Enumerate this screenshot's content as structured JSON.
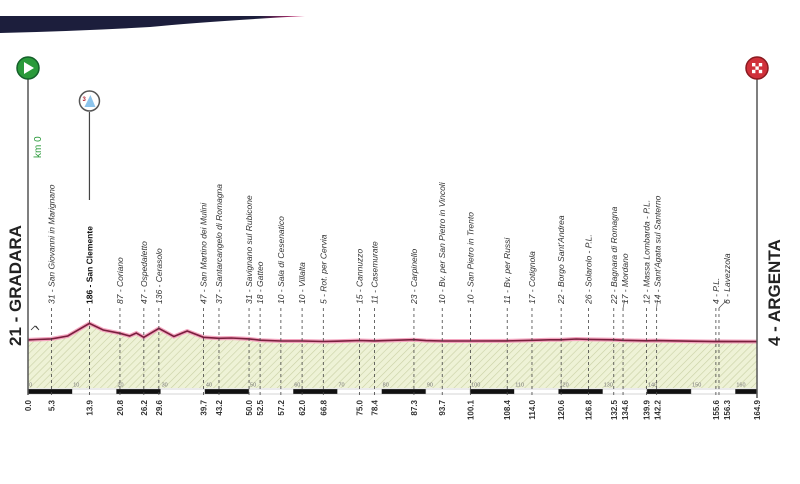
{
  "start": {
    "label": "21 - GRADARA",
    "km0_label": "km 0",
    "altitude": 21
  },
  "finish": {
    "label": "4 - ARGENTA",
    "altitude": 4,
    "km": 164.9
  },
  "kom": {
    "category": "3",
    "km": 13.9
  },
  "colors": {
    "banner": "#1c1e3c",
    "banner_accent": "#e0307a",
    "start": "#2a9a3a",
    "finish": "#d0303a",
    "profile": "#7a1f3d",
    "fill": "#eef2d6"
  },
  "scale_ticks": [
    "0",
    "10",
    "20",
    "30",
    "40",
    "50",
    "60",
    "70",
    "80",
    "90",
    "100",
    "110",
    "120",
    "130",
    "140",
    "150",
    "160"
  ],
  "waypoints": [
    {
      "km": "0.0",
      "alt": 21,
      "label": ""
    },
    {
      "km": "5.3",
      "alt": 31,
      "label": "31 - San Giovanni in Marignano"
    },
    {
      "km": "13.9",
      "alt": 186,
      "label": "186 - San Clemente",
      "bold": true
    },
    {
      "km": "20.8",
      "alt": 87,
      "label": "87 - Coriano"
    },
    {
      "km": "26.2",
      "alt": 47,
      "label": "47 - Ospedaletto"
    },
    {
      "km": "29.6",
      "alt": 136,
      "label": "136 - Cerasolo"
    },
    {
      "km": "39.7",
      "alt": 47,
      "label": "47 - San Martino dei Mulini"
    },
    {
      "km": "43.2",
      "alt": 37,
      "label": "37 - Santarcangelo di Romagna"
    },
    {
      "km": "50.0",
      "alt": 31,
      "label": "31 - Savignano sul Rubicone"
    },
    {
      "km": "52.5",
      "alt": 18,
      "label": "18 - Gatteo"
    },
    {
      "km": "57.2",
      "alt": 10,
      "label": "10 - Sala di Cesenatico"
    },
    {
      "km": "62.0",
      "alt": 10,
      "label": "10 - Villalta"
    },
    {
      "km": "66.8",
      "alt": 5,
      "label": "5 - Rot. per Cervia"
    },
    {
      "km": "75.0",
      "alt": 15,
      "label": "15 - Cannuzzo"
    },
    {
      "km": "78.4",
      "alt": 11,
      "label": "11 - Casemurate"
    },
    {
      "km": "87.3",
      "alt": 23,
      "label": "23 - Carpinello"
    },
    {
      "km": "93.7",
      "alt": 10,
      "label": "10 - Bv. per San Pietro in Vincoli"
    },
    {
      "km": "100.1",
      "alt": 10,
      "label": "10 - San Pietro in Trento"
    },
    {
      "km": "108.4",
      "alt": 11,
      "label": "11 - Bv. per Russi"
    },
    {
      "km": "114.0",
      "alt": 17,
      "label": "17 - Cotignola"
    },
    {
      "km": "120.6",
      "alt": 22,
      "label": "22 - Borgo Sant'Andrea"
    },
    {
      "km": "126.8",
      "alt": 26,
      "label": "26 - Solarolo - P.L."
    },
    {
      "km": "132.5",
      "alt": 22,
      "label": "22 - Bagnara di Romagna"
    },
    {
      "km": "134.6",
      "alt": 17,
      "label": "17 - Mordano"
    },
    {
      "km": "139.9",
      "alt": 12,
      "label": "12 - Massa Lombarda - P.L."
    },
    {
      "km": "142.2",
      "alt": 14,
      "label": "14 - Sant'Agata sul Santerno"
    },
    {
      "km": "155.6",
      "alt": 4,
      "label": "4 - P.L."
    },
    {
      "km": "156.3",
      "alt": 6,
      "label": "6 - Lavezzola"
    },
    {
      "km": "164.9",
      "alt": 4,
      "label": ""
    }
  ]
}
